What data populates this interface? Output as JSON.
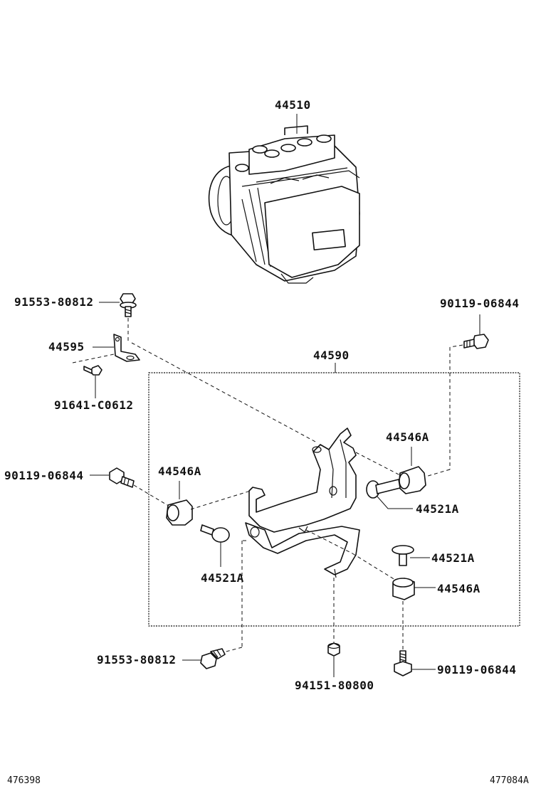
{
  "labels": {
    "abs_actuator": "44510",
    "bolt_top_left": "91553-80812",
    "bracket_sub": "44595",
    "bolt_small_left": "91641-C0612",
    "bracket_assy": "44590",
    "bolt_top_right": "90119-06844",
    "cushion_upper_right": "44546A",
    "collar_upper_right": "44521A",
    "bolt_mid_left": "90119-06844",
    "cushion_left": "44546A",
    "collar_left": "44521A",
    "collar_lower_right": "44521A",
    "cushion_lower_right": "44546A",
    "bolt_bottom_left": "91553-80812",
    "nut_bottom": "94151-80800",
    "bolt_bottom_right": "90119-06844"
  },
  "footer": {
    "left_code": "476398",
    "right_code": "477084A"
  }
}
